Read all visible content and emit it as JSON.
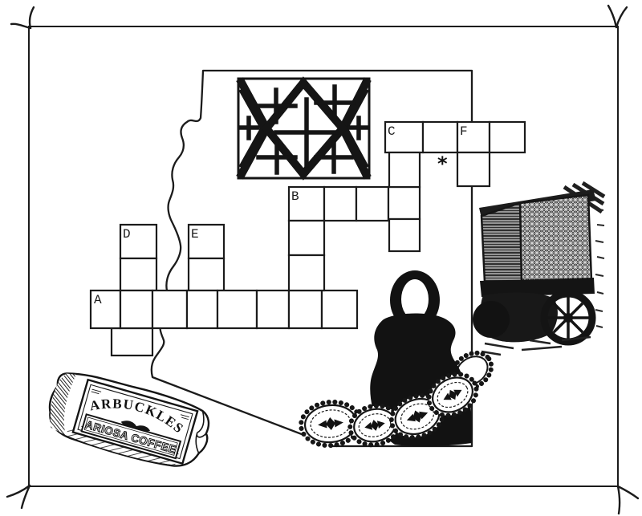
{
  "page": {
    "kind": "crossword activity page",
    "theme": "southwest trading post"
  },
  "colors": {
    "ink": "#1b1b1b",
    "paper": "#ffffff"
  },
  "puzzle": {
    "labels": {
      "a": "A",
      "b": "B",
      "c": "C",
      "d": "D",
      "e": "E",
      "f": "F"
    },
    "asterisk": "*",
    "entries": [
      {
        "label": "A",
        "direction": "across",
        "length": 8
      },
      {
        "label": "B",
        "direction": "across",
        "length": 4
      },
      {
        "label": "B",
        "direction": "down",
        "length": 4
      },
      {
        "label": "C",
        "direction": "across",
        "length": 4
      },
      {
        "label": "C",
        "direction": "down",
        "length": 4
      },
      {
        "label": "D",
        "direction": "down",
        "length": 4
      },
      {
        "label": "E",
        "direction": "down",
        "length": 3
      },
      {
        "label": "F",
        "direction": "down",
        "length": 2
      }
    ],
    "grid_cells": [
      [
        150,
        280,
        45,
        42
      ],
      [
        150,
        322,
        45,
        40
      ],
      [
        139,
        409,
        51,
        34
      ],
      [
        235,
        280,
        44,
        42
      ],
      [
        235,
        322,
        44,
        40
      ],
      [
        113,
        362,
        37,
        47
      ],
      [
        150,
        362,
        40,
        47
      ],
      [
        190,
        362,
        43,
        47
      ],
      [
        233,
        362,
        38,
        47
      ],
      [
        271,
        362,
        49,
        47
      ],
      [
        320,
        362,
        40,
        47
      ],
      [
        360,
        362,
        41,
        47
      ],
      [
        401,
        362,
        44,
        47
      ],
      [
        360,
        233,
        44,
        42
      ],
      [
        404,
        233,
        40,
        42
      ],
      [
        444,
        233,
        40,
        42
      ],
      [
        484,
        233,
        39,
        40
      ],
      [
        360,
        275,
        44,
        43
      ],
      [
        360,
        318,
        44,
        44
      ],
      [
        480,
        152,
        47,
        38
      ],
      [
        527,
        152,
        43,
        38
      ],
      [
        570,
        152,
        40,
        38
      ],
      [
        610,
        152,
        44,
        38
      ],
      [
        485,
        190,
        38,
        43
      ],
      [
        485,
        273,
        38,
        40
      ],
      [
        570,
        190,
        40,
        42
      ]
    ]
  },
  "illustrations": {
    "rug": "navajo-rug-cross-pattern",
    "wagon": "freight-wagon",
    "vase": "wedding-vase",
    "concho_belt": "concho-belt",
    "coffee": {
      "line1": "ARBUCKLES",
      "line2": "ARIOSA COFFEE"
    }
  }
}
